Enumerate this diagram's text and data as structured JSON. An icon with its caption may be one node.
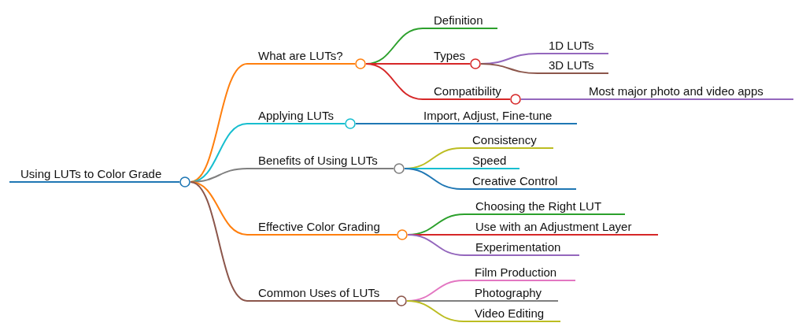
{
  "diagram": {
    "nodes": [
      {
        "text": [
          "Using LUTs to Color Grade"
        ]
      },
      {
        "text": [
          "What are LUTs?"
        ]
      },
      {
        "text": [
          "Definition"
        ]
      },
      {
        "text": [
          "Types"
        ]
      },
      {
        "text": [
          "1D LUTs"
        ]
      },
      {
        "text": [
          "3D LUTs"
        ]
      },
      {
        "text": [
          "Compatibility"
        ]
      },
      {
        "text": [
          "Most major photo and video apps"
        ]
      },
      {
        "text": [
          "Applying LUTs"
        ]
      },
      {
        "text": [
          "Import, Adjust, Fine-tune"
        ]
      },
      {
        "text": [
          "Benefits of Using LUTs"
        ]
      },
      {
        "text": [
          "Consistency"
        ]
      },
      {
        "text": [
          "Speed"
        ]
      },
      {
        "text": [
          "Creative Control"
        ]
      },
      {
        "text": [
          "Effective Color Grading"
        ]
      },
      {
        "text": [
          "Choosing the Right LUT"
        ]
      },
      {
        "text": [
          "Use with an Adjustment Layer"
        ]
      },
      {
        "text": [
          "Experimentation"
        ]
      },
      {
        "text": [
          "Common Uses of LUTs"
        ]
      },
      {
        "text": [
          "Film Production"
        ]
      },
      {
        "text": [
          "Photography"
        ]
      },
      {
        "text": [
          "Video Editing"
        ]
      }
    ],
    "edges": [
      {
        "from": 0,
        "to": 1,
        "arrow": "none",
        "color": "#ff7f0e"
      },
      {
        "from": 1,
        "to": 2,
        "arrow": "none",
        "color": "#2ca02c"
      },
      {
        "from": 1,
        "to": 3,
        "arrow": "none",
        "color": "#d62728"
      },
      {
        "from": 3,
        "to": 4,
        "arrow": "none",
        "color": "#9467bd"
      },
      {
        "from": 3,
        "to": 5,
        "arrow": "none",
        "color": "#8c564b"
      },
      {
        "from": 1,
        "to": 6,
        "arrow": "none",
        "color": "#d62728"
      },
      {
        "from": 6,
        "to": 7,
        "arrow": "none",
        "color": "#9467bd"
      },
      {
        "from": 0,
        "to": 8,
        "arrow": "none",
        "color": "#17becf"
      },
      {
        "from": 8,
        "to": 9,
        "arrow": "none",
        "color": "#1f77b4"
      },
      {
        "from": 0,
        "to": 10,
        "arrow": "none",
        "color": "#7f7f7f"
      },
      {
        "from": 10,
        "to": 11,
        "arrow": "none",
        "color": "#bcbd22"
      },
      {
        "from": 10,
        "to": 12,
        "arrow": "none",
        "color": "#17becf"
      },
      {
        "from": 10,
        "to": 13,
        "arrow": "none",
        "color": "#1f77b4"
      },
      {
        "from": 0,
        "to": 14,
        "arrow": "none",
        "color": "#ff7f0e"
      },
      {
        "from": 14,
        "to": 15,
        "arrow": "none",
        "color": "#2ca02c"
      },
      {
        "from": 14,
        "to": 16,
        "arrow": "none",
        "color": "#d62728"
      },
      {
        "from": 14,
        "to": 17,
        "arrow": "none",
        "color": "#9467bd"
      },
      {
        "from": 0,
        "to": 18,
        "arrow": "none",
        "color": "#8c564b"
      },
      {
        "from": 18,
        "to": 19,
        "arrow": "none",
        "color": "#e377c2"
      },
      {
        "from": 18,
        "to": 20,
        "arrow": "none",
        "color": "#7f7f7f"
      },
      {
        "from": 18,
        "to": 21,
        "arrow": "none",
        "color": "#bcbd22"
      }
    ]
  }
}
